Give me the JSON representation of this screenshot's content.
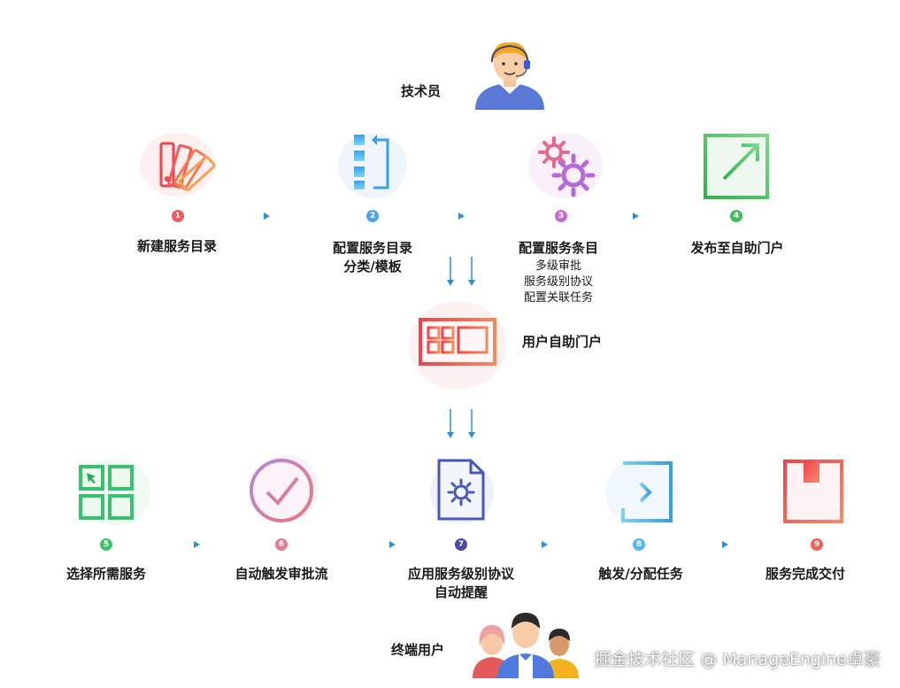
{
  "technician": {
    "label": "技术员"
  },
  "top_steps": [
    {
      "num": "1",
      "label": "新建服务目录",
      "color": "#f05a5a"
    },
    {
      "num": "2",
      "label": "配置服务目录",
      "label2": "分类/模板",
      "color": "#4fa3e8"
    },
    {
      "num": "3",
      "label": "配置服务条目",
      "sub": [
        "多级审批",
        "服务级别协议",
        "配置关联任务"
      ],
      "color": "#c66bd0"
    },
    {
      "num": "4",
      "label": "发布至自助门户",
      "color": "#41c05a"
    }
  ],
  "portal": {
    "label": "用户自助门户"
  },
  "bottom_steps": [
    {
      "num": "5",
      "label": "选择所需服务",
      "color": "#3ec46d"
    },
    {
      "num": "6",
      "label": "自动触发审批流",
      "color": "#e47c8f"
    },
    {
      "num": "7",
      "label": "应用服务级别协议",
      "label2": "自动提醒",
      "color": "#4b4aa8"
    },
    {
      "num": "8",
      "label": "触发/分配任务",
      "color": "#55b8e8"
    },
    {
      "num": "9",
      "label": "服务完成交付",
      "color": "#f0615a"
    }
  ],
  "end_users": {
    "label": "终端用户"
  },
  "watermark": "掘金技术社区 @ ManageEngine卓豪"
}
